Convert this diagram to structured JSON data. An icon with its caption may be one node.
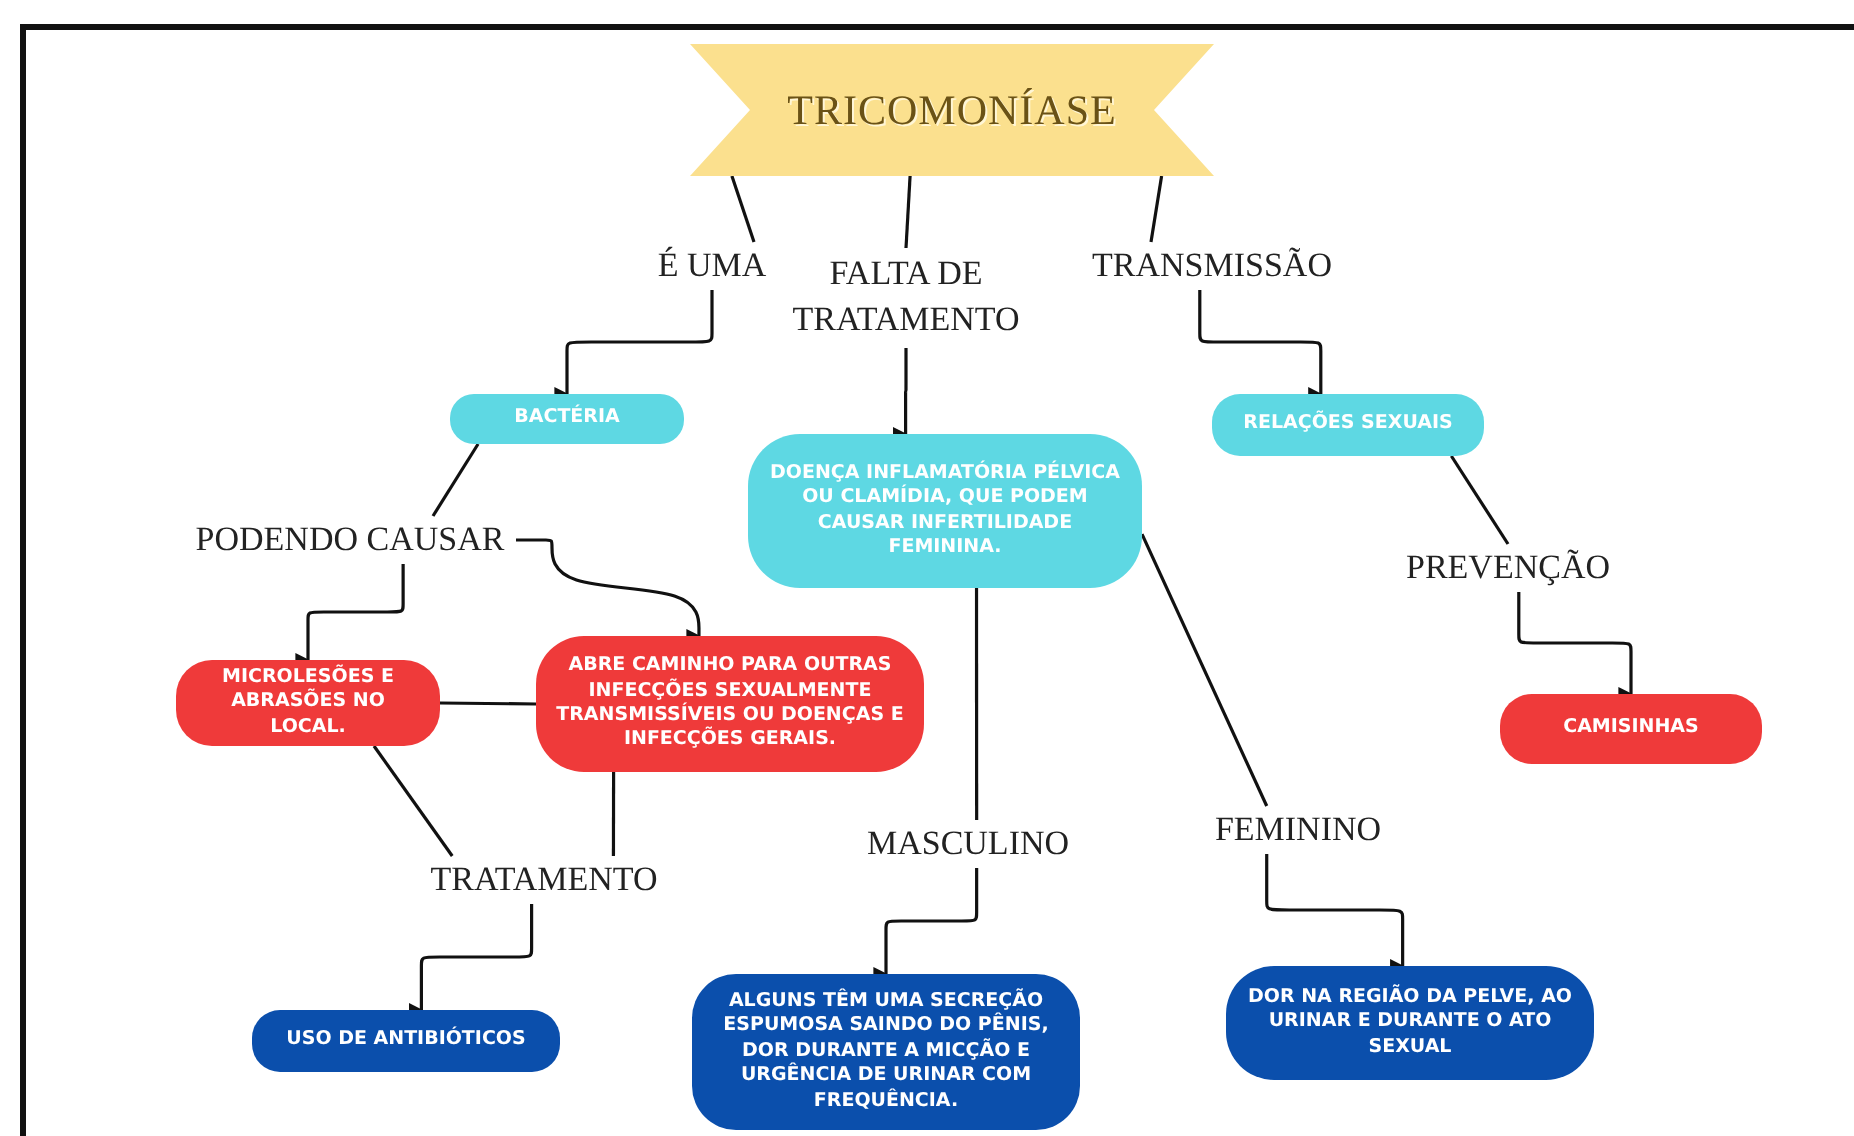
{
  "diagram": {
    "nodes": [
      {
        "text": [
          "TRICOMONÍASE"
        ]
      },
      {
        "text": [
          "É UMA"
        ]
      },
      {
        "text": [
          "FALTA DE TRATAMENTO"
        ]
      },
      {
        "text": [
          "TRANSMISSÃO"
        ]
      },
      {
        "text": [
          "BACTÉRIA"
        ]
      },
      {
        "text": [
          "DOENÇA INFLAMATÓRIA PÉLVICA OU CLAMÍDIA, QUE PODEM CAUSAR INFERTILIDADE FEMININA."
        ]
      },
      {
        "text": [
          "RELAÇÕES SEXUAIS"
        ]
      },
      {
        "text": [
          "PODENDO CAUSAR"
        ]
      },
      {
        "text": [
          "PREVENÇÃO"
        ]
      },
      {
        "text": [
          "MICROLESÕES E ABRASÕES NO LOCAL."
        ]
      },
      {
        "text": [
          "ABRE CAMINHO PARA OUTRAS INFECÇÕES SEXUALMENTE TRANSMISSÍVEIS OU DOENÇAS E INFECÇÕES GERAIS."
        ]
      },
      {
        "text": [
          "CAMISINHAS"
        ]
      },
      {
        "text": [
          "TRATAMENTO"
        ]
      },
      {
        "text": [
          "MASCULINO"
        ]
      },
      {
        "text": [
          "FEMININO"
        ]
      },
      {
        "text": [
          "USO DE ANTIBIÓTICOS"
        ]
      },
      {
        "text": [
          "ALGUNS TÊM UMA SECREÇÃO ESPUMOSA SAINDO DO PÊNIS, DOR DURANTE A MICÇÃO E URGÊNCIA DE URINAR COM FREQUÊNCIA."
        ]
      },
      {
        "text": [
          "DOR NA REGIÃO DA PELVE, AO URINAR E DURANTE O ATO SEXUAL"
        ]
      }
    ],
    "edges": [
      {
        "from": 0,
        "to": 1,
        "arrow": "none"
      },
      {
        "from": 1,
        "to": 4,
        "arrow": "to"
      },
      {
        "from": 0,
        "to": 2,
        "arrow": "none"
      },
      {
        "from": 2,
        "to": 5,
        "arrow": "to"
      },
      {
        "from": 0,
        "to": 3,
        "arrow": "none"
      },
      {
        "from": 3,
        "to": 6,
        "arrow": "to"
      },
      {
        "from": 4,
        "to": 7,
        "arrow": "none"
      },
      {
        "from": 7,
        "to": 9,
        "arrow": "to"
      },
      {
        "from": 7,
        "to": 10,
        "arrow": "to"
      },
      {
        "from": 9,
        "to": 10,
        "arrow": "none"
      },
      {
        "from": 9,
        "to": 12,
        "arrow": "none"
      },
      {
        "from": 10,
        "to": 12,
        "arrow": "none"
      },
      {
        "from": 12,
        "to": 15,
        "arrow": "to"
      },
      {
        "from": 5,
        "to": 13,
        "arrow": "none"
      },
      {
        "from": 13,
        "to": 16,
        "arrow": "to"
      },
      {
        "from": 5,
        "to": 14,
        "arrow": "none"
      },
      {
        "from": 14,
        "to": 17,
        "arrow": "to"
      },
      {
        "from": 6,
        "to": 8,
        "arrow": "none"
      },
      {
        "from": 8,
        "to": 11,
        "arrow": "to"
      }
    ]
  }
}
